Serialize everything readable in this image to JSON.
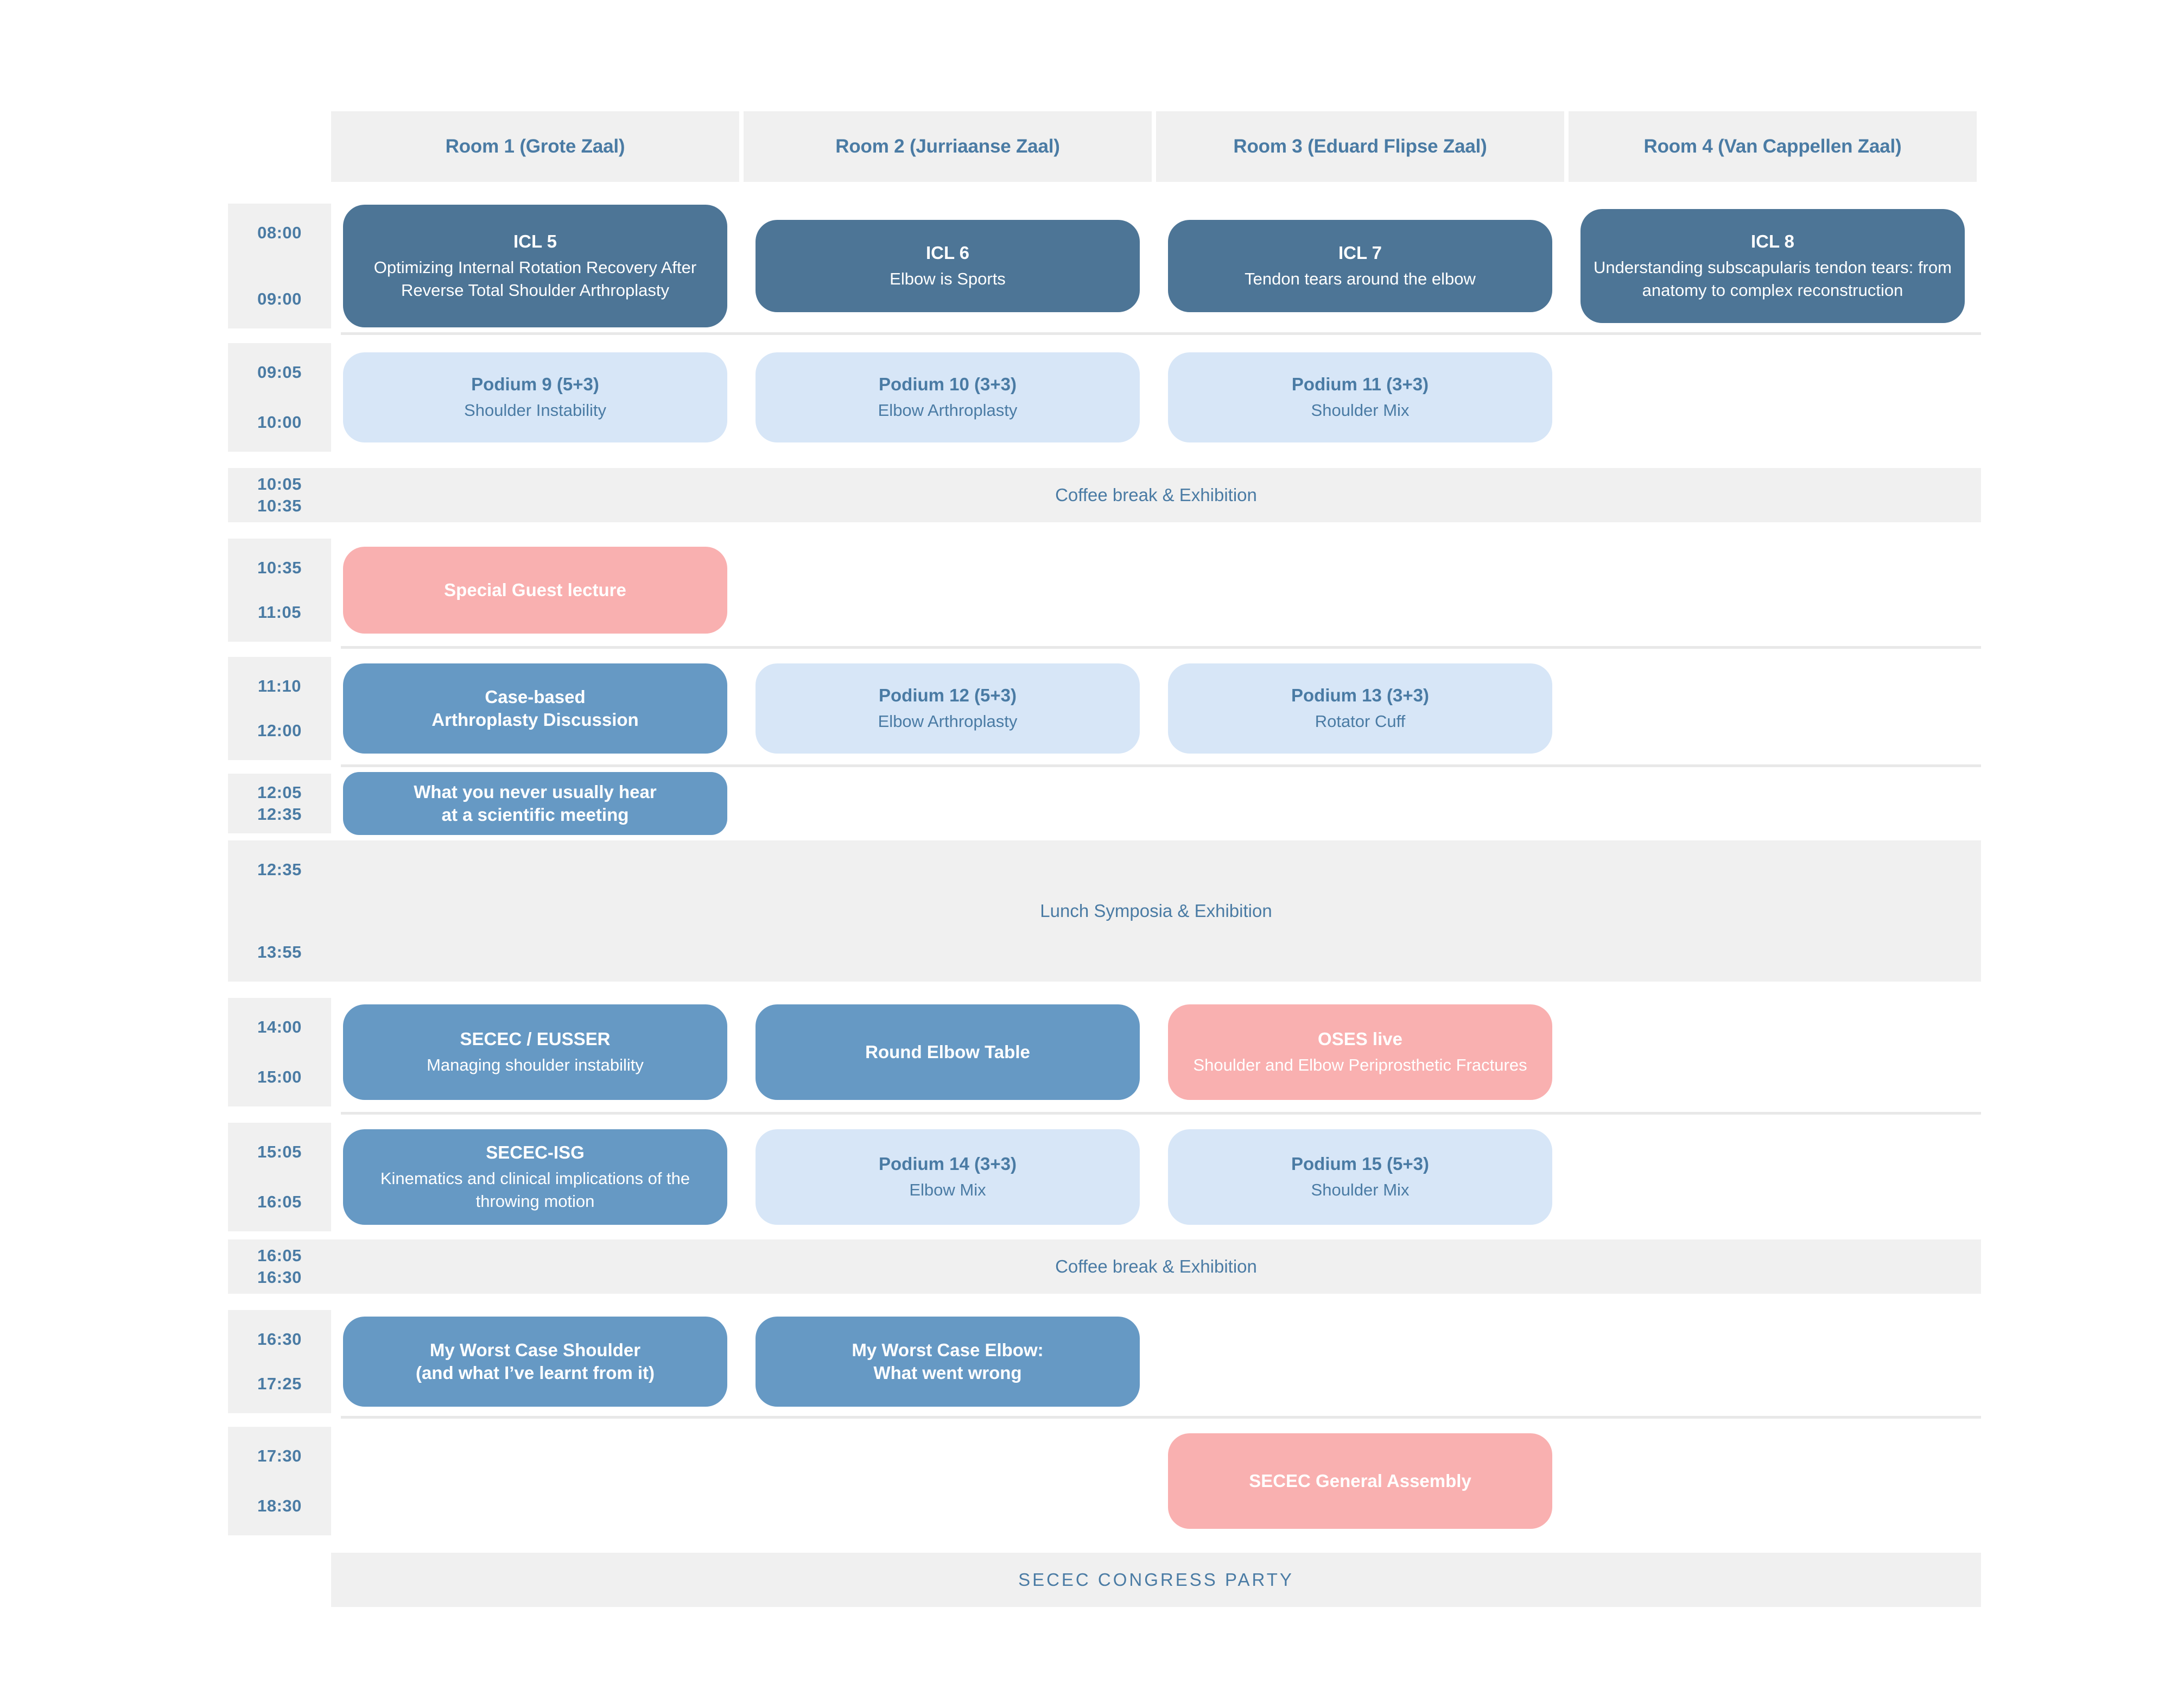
{
  "columns": [
    {
      "label": "Room 1 (Grote Zaal)"
    },
    {
      "label": "Room 2 (Jurriaanse Zaal)"
    },
    {
      "label": "Room 3 (Eduard Flipse Zaal)"
    },
    {
      "label": "Room 4 (Van Cappellen Zaal)"
    }
  ],
  "colors": {
    "dark_blue": "#4d7596",
    "mid_blue": "#6699c4",
    "light_blue": "#d7e6f7",
    "pink": "#f9b0b0",
    "grey_bar": "#f0f0f0",
    "text_blue": "#4a7ba4"
  },
  "rows": [
    {
      "start": "08:00",
      "end": "09:00",
      "sessions": [
        {
          "title": "ICL 5",
          "sub": "Optimizing Internal Rotation Recovery After Reverse Total Shoulder Arthroplasty"
        },
        {
          "title": "ICL 6",
          "sub": "Elbow is Sports"
        },
        {
          "title": "ICL 7",
          "sub": "Tendon tears around the elbow"
        },
        {
          "title": "ICL 8",
          "sub": "Understanding subscapularis tendon tears: from anatomy to complex reconstruction"
        }
      ]
    },
    {
      "start": "09:05",
      "end": "10:00",
      "sessions": [
        {
          "title": "Podium 9 (5+3)",
          "sub": "Shoulder Instability"
        },
        {
          "title": "Podium 10 (3+3)",
          "sub": "Elbow Arthroplasty"
        },
        {
          "title": "Podium 11 (3+3)",
          "sub": "Shoulder Mix"
        }
      ]
    },
    {
      "start": "10:05",
      "end": "10:35",
      "full_label": "Coffee break & Exhibition"
    },
    {
      "start": "10:35",
      "end": "11:05",
      "sessions": [
        {
          "title": "Special Guest lecture"
        }
      ]
    },
    {
      "start": "11:10",
      "end": "12:00",
      "sessions": [
        {
          "title": "Case-based",
          "title2": "Arthroplasty Discussion"
        },
        {
          "title": "Podium 12 (5+3)",
          "sub": "Elbow Arthroplasty"
        },
        {
          "title": "Podium 13 (3+3)",
          "sub": "Rotator Cuff"
        }
      ]
    },
    {
      "start": "12:05",
      "end": "12:35",
      "sessions": [
        {
          "title": "What you never usually hear",
          "title2": "at a scientific meeting"
        }
      ]
    },
    {
      "start": "12:35",
      "end": "13:55",
      "full_label": "Lunch Symposia & Exhibition"
    },
    {
      "start": "14:00",
      "end": "15:00",
      "sessions": [
        {
          "title": "SECEC / EUSSER",
          "sub": "Managing shoulder instability"
        },
        {
          "title": "Round Elbow Table"
        },
        {
          "title": "OSES live",
          "sub": "Shoulder and Elbow Periprosthetic Fractures"
        }
      ]
    },
    {
      "start": "15:05",
      "end": "16:05",
      "sessions": [
        {
          "title": "SECEC-ISG",
          "sub": "Kinematics and clinical implications of the throwing motion"
        },
        {
          "title": "Podium 14 (3+3)",
          "sub": "Elbow Mix"
        },
        {
          "title": "Podium 15 (5+3)",
          "sub": "Shoulder Mix"
        }
      ]
    },
    {
      "start": "16:05",
      "end": "16:30",
      "full_label": "Coffee break & Exhibition"
    },
    {
      "start": "16:30",
      "end": "17:25",
      "sessions": [
        {
          "title": "My Worst Case Shoulder",
          "title2": "(and what I’ve learnt from it)"
        },
        {
          "title": "My Worst Case Elbow:",
          "title2": "What went wrong"
        }
      ]
    },
    {
      "start": "17:30",
      "end": "18:30",
      "sessions": [
        {
          "title": "SECEC General Assembly"
        }
      ]
    }
  ],
  "footer": {
    "label": "SECEC CONGRESS PARTY"
  }
}
